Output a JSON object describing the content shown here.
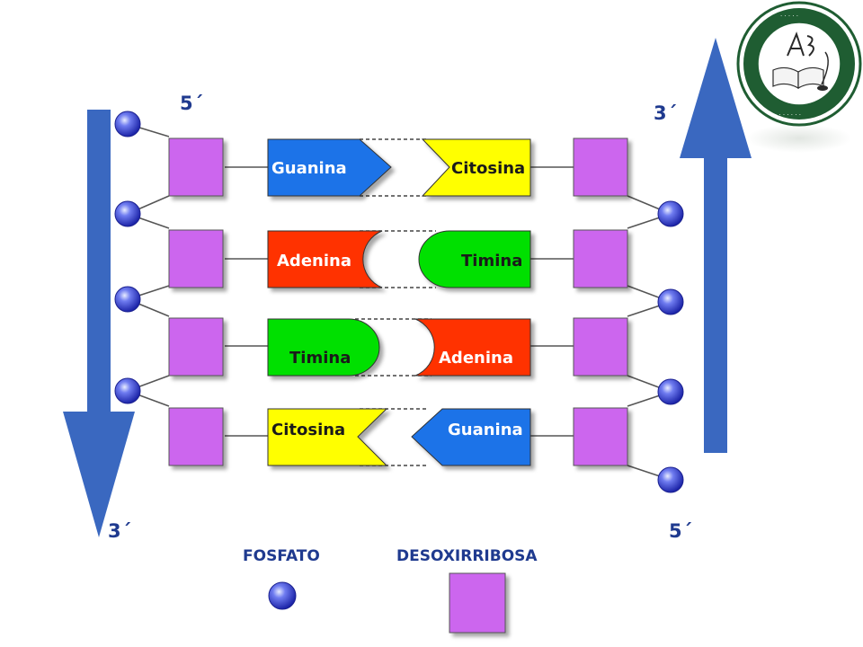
{
  "strand_labels": {
    "left_top": "5´",
    "left_bottom": "3´",
    "right_top": "3´",
    "right_bottom": "5´"
  },
  "pairs": [
    {
      "left": {
        "name": "Guanina",
        "color": "#1a73e8"
      },
      "right": {
        "name": "Citosina",
        "color": "#ffff00"
      }
    },
    {
      "left": {
        "name": "Adenina",
        "color": "#ff3300"
      },
      "right": {
        "name": "Timina",
        "color": "#00e000"
      }
    },
    {
      "left": {
        "name": "Timina",
        "color": "#00e000"
      },
      "right": {
        "name": "Adenina",
        "color": "#ff3300"
      }
    },
    {
      "left": {
        "name": "Citosina",
        "color": "#ffff00"
      },
      "right": {
        "name": "Guanina",
        "color": "#1a73e8"
      }
    }
  ],
  "legend": {
    "phosphate_label": "FOSFATO",
    "sugar_label": "DESOXIRRIBOSA"
  },
  "colors": {
    "arrow": "#3a68c0",
    "sugar": "#cc66ee",
    "phosphate": "#3344dd",
    "text_blue": "#1f3a8f"
  },
  "logo": {
    "ring_top_text": "Escuela de Bachilleres",
    "ring_bottom_text": "Artículo Tercero Constitucional Vespertino",
    "monogram": "A3"
  }
}
